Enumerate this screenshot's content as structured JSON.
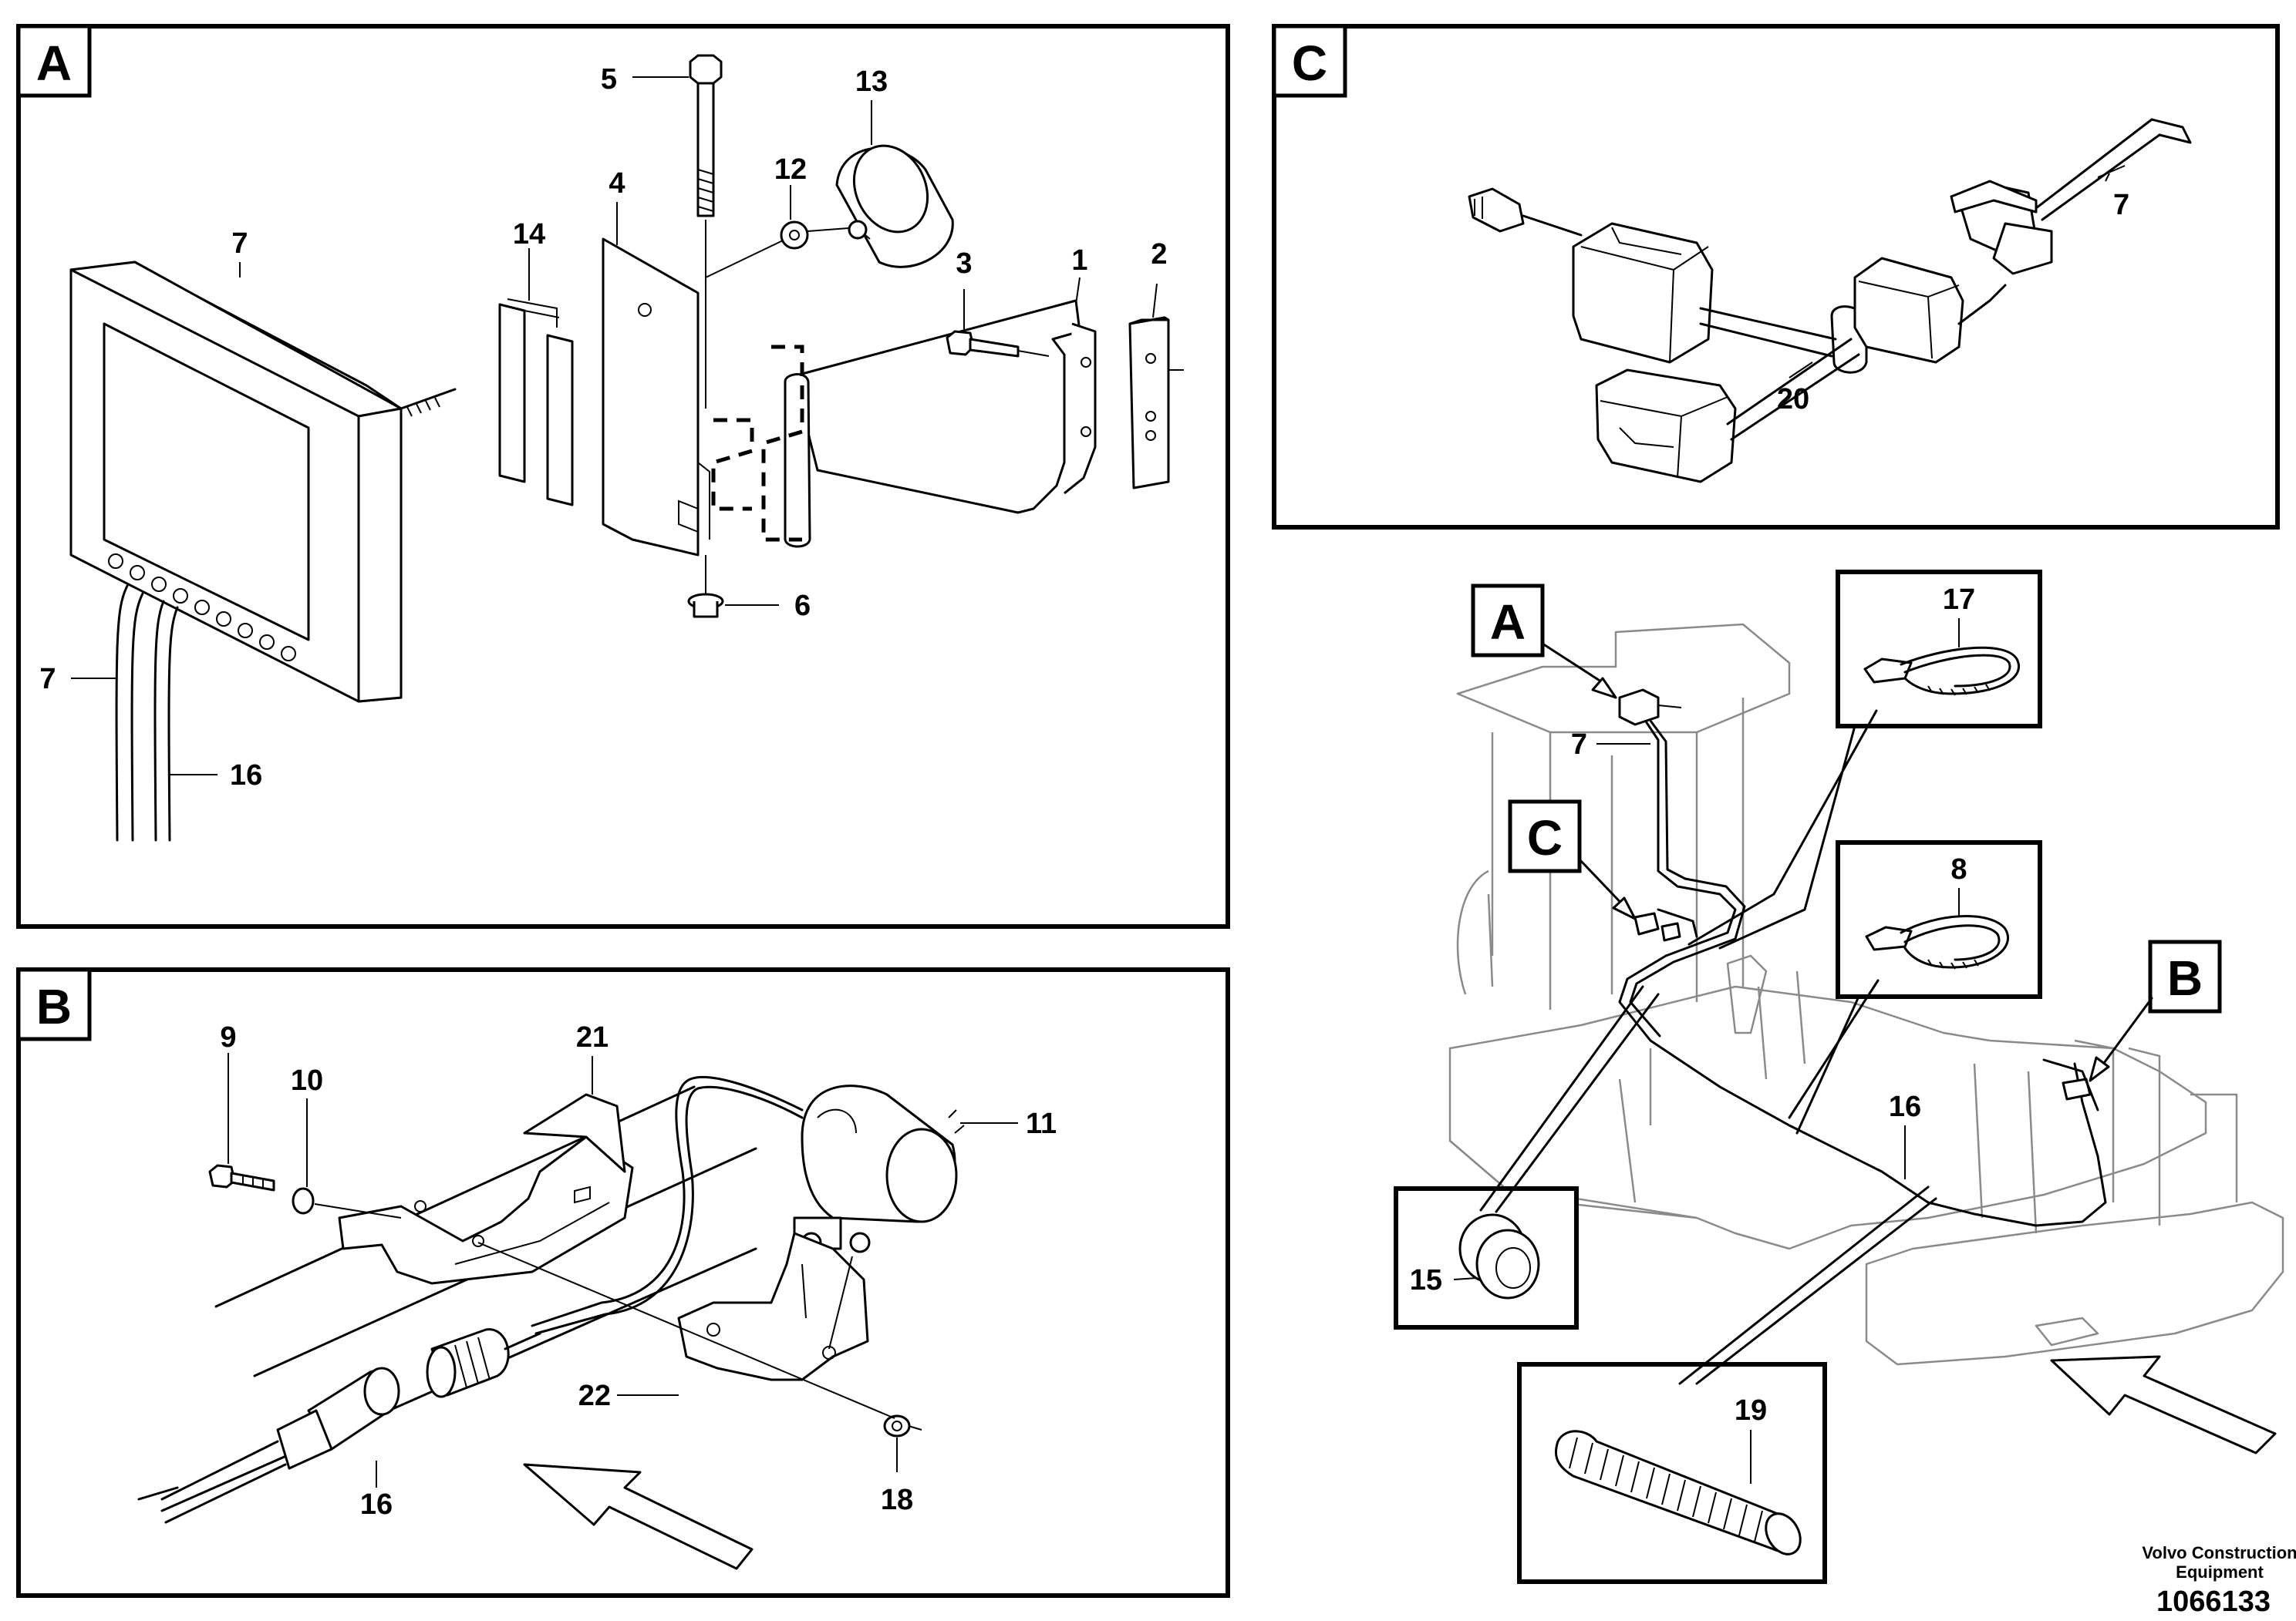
{
  "panels": {
    "a": {
      "tag": "A"
    },
    "b": {
      "tag": "B"
    },
    "c": {
      "tag": "C"
    }
  },
  "callouts": {
    "a": {
      "p1": "1",
      "p2": "2",
      "p3": "3",
      "p4": "4",
      "p5": "5",
      "p6": "6",
      "p7_top": "7",
      "p7_cable": "7",
      "p12": "12",
      "p13": "13",
      "p14": "14",
      "p16": "16"
    },
    "b": {
      "p9": "9",
      "p10": "10",
      "p11": "11",
      "p16": "16",
      "p18": "18",
      "p21": "21",
      "p22": "22"
    },
    "c": {
      "p7": "7",
      "p20": "20"
    },
    "overview": {
      "tag_a": "A",
      "tag_b": "B",
      "tag_c": "C",
      "p7": "7",
      "p8": "8",
      "p15": "15",
      "p16": "16",
      "p17": "17",
      "p19": "19"
    }
  },
  "footer": {
    "publisher_line1": "Volvo Construction",
    "publisher_line2": "Equipment",
    "document_number": "1066133"
  }
}
